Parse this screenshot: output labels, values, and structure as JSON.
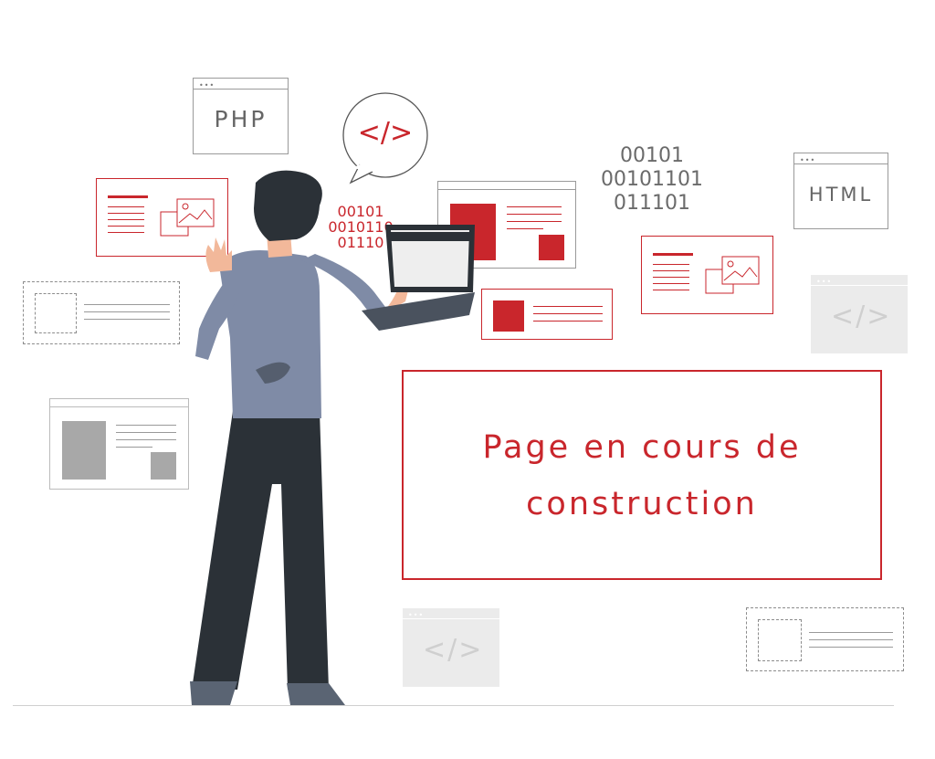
{
  "message": {
    "line1": "Page en cours de",
    "line2": "construction"
  },
  "windows": {
    "php_label": "PHP",
    "html_label": "HTML",
    "window_dots": "•••"
  },
  "binary_left": [
    "00101",
    "0010110",
    "01110"
  ],
  "binary_right": [
    "00101",
    "00101101",
    "011101"
  ],
  "code_bubble": "</>",
  "code_glyph": "</>",
  "colors": {
    "accent": "#c9262c",
    "gray": "#9a9a9a",
    "dark": "#2b3137",
    "shirt": "#7f8ba6"
  }
}
